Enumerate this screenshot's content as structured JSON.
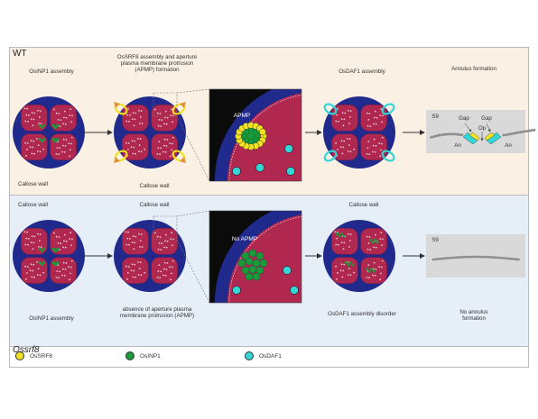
{
  "wt": {
    "label": "WT",
    "step1": "OsINP1 assembly",
    "step2": "OsSRF8 assembly and aperture plasma membrane protrusion (APMP) formation",
    "step3": "OsDAF1 assembly",
    "step4": "Annulus formation",
    "callose1": "Callose wall",
    "callose2": "Callose wall",
    "inset_label": "APMP",
    "stage": "S9",
    "gap_left": "Gap",
    "gap_right": "Gap",
    "op": "Op",
    "an_left": "An",
    "an_right": "An"
  },
  "mutant": {
    "label": "Ossrf8",
    "callose1": "Callose wall",
    "callose2": "Callose wall",
    "callose3": "Callose wall",
    "inset_label": "No APMP",
    "stage": "S9",
    "step1": "OsINP1 assembly",
    "step2": "absence of aperture plasma membrane protrusion (APMP)",
    "step3": "OsDAF1 assembly disorder",
    "step4": "No annulus formation"
  },
  "legend": [
    {
      "label": "OsSRF8",
      "color": "#f3e21f"
    },
    {
      "label": "OsINP1",
      "color": "#1a9a3a"
    },
    {
      "label": "OsDAF1",
      "color": "#33d6d6"
    }
  ],
  "colors": {
    "callose": "#1f2a8c",
    "cell": "#b0274f",
    "inp1": "#1a9a3a",
    "srf8": "#f3e21f",
    "daf1": "#33d6d6"
  }
}
